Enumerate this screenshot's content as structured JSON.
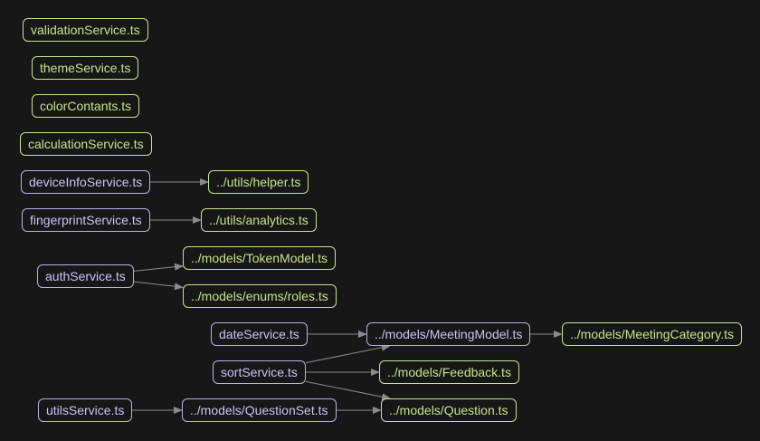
{
  "colors": {
    "background": "#171717",
    "leaf_node": "#c6e48b",
    "source_node": "#b7b0ee",
    "edge": "#8a8a8a"
  },
  "nodes": {
    "validationService": "validationService.ts",
    "themeService": "themeService.ts",
    "colorContants": "colorContants.ts",
    "calculationService": "calculationService.ts",
    "deviceInfoService": "deviceInfoService.ts",
    "helper": "../utils/helper.ts",
    "fingerprintService": "fingerprintService.ts",
    "analytics": "../utils/analytics.ts",
    "authService": "authService.ts",
    "tokenModel": "../models/TokenModel.ts",
    "roles": "../models/enums/roles.ts",
    "dateService": "dateService.ts",
    "meetingModel": "../models/MeetingModel.ts",
    "meetingCategory": "../models/MeetingCategory.ts",
    "sortService": "sortService.ts",
    "feedback": "../models/Feedback.ts",
    "utilsService": "utilsService.ts",
    "questionSet": "../models/QuestionSet.ts",
    "question": "../models/Question.ts"
  },
  "edges": [
    {
      "from": "deviceInfoService",
      "to": "helper"
    },
    {
      "from": "fingerprintService",
      "to": "analytics"
    },
    {
      "from": "authService",
      "to": "tokenModel"
    },
    {
      "from": "authService",
      "to": "roles"
    },
    {
      "from": "dateService",
      "to": "meetingModel"
    },
    {
      "from": "meetingModel",
      "to": "meetingCategory"
    },
    {
      "from": "sortService",
      "to": "meetingModel"
    },
    {
      "from": "sortService",
      "to": "feedback"
    },
    {
      "from": "sortService",
      "to": "question"
    },
    {
      "from": "utilsService",
      "to": "questionSet"
    },
    {
      "from": "questionSet",
      "to": "question"
    }
  ]
}
